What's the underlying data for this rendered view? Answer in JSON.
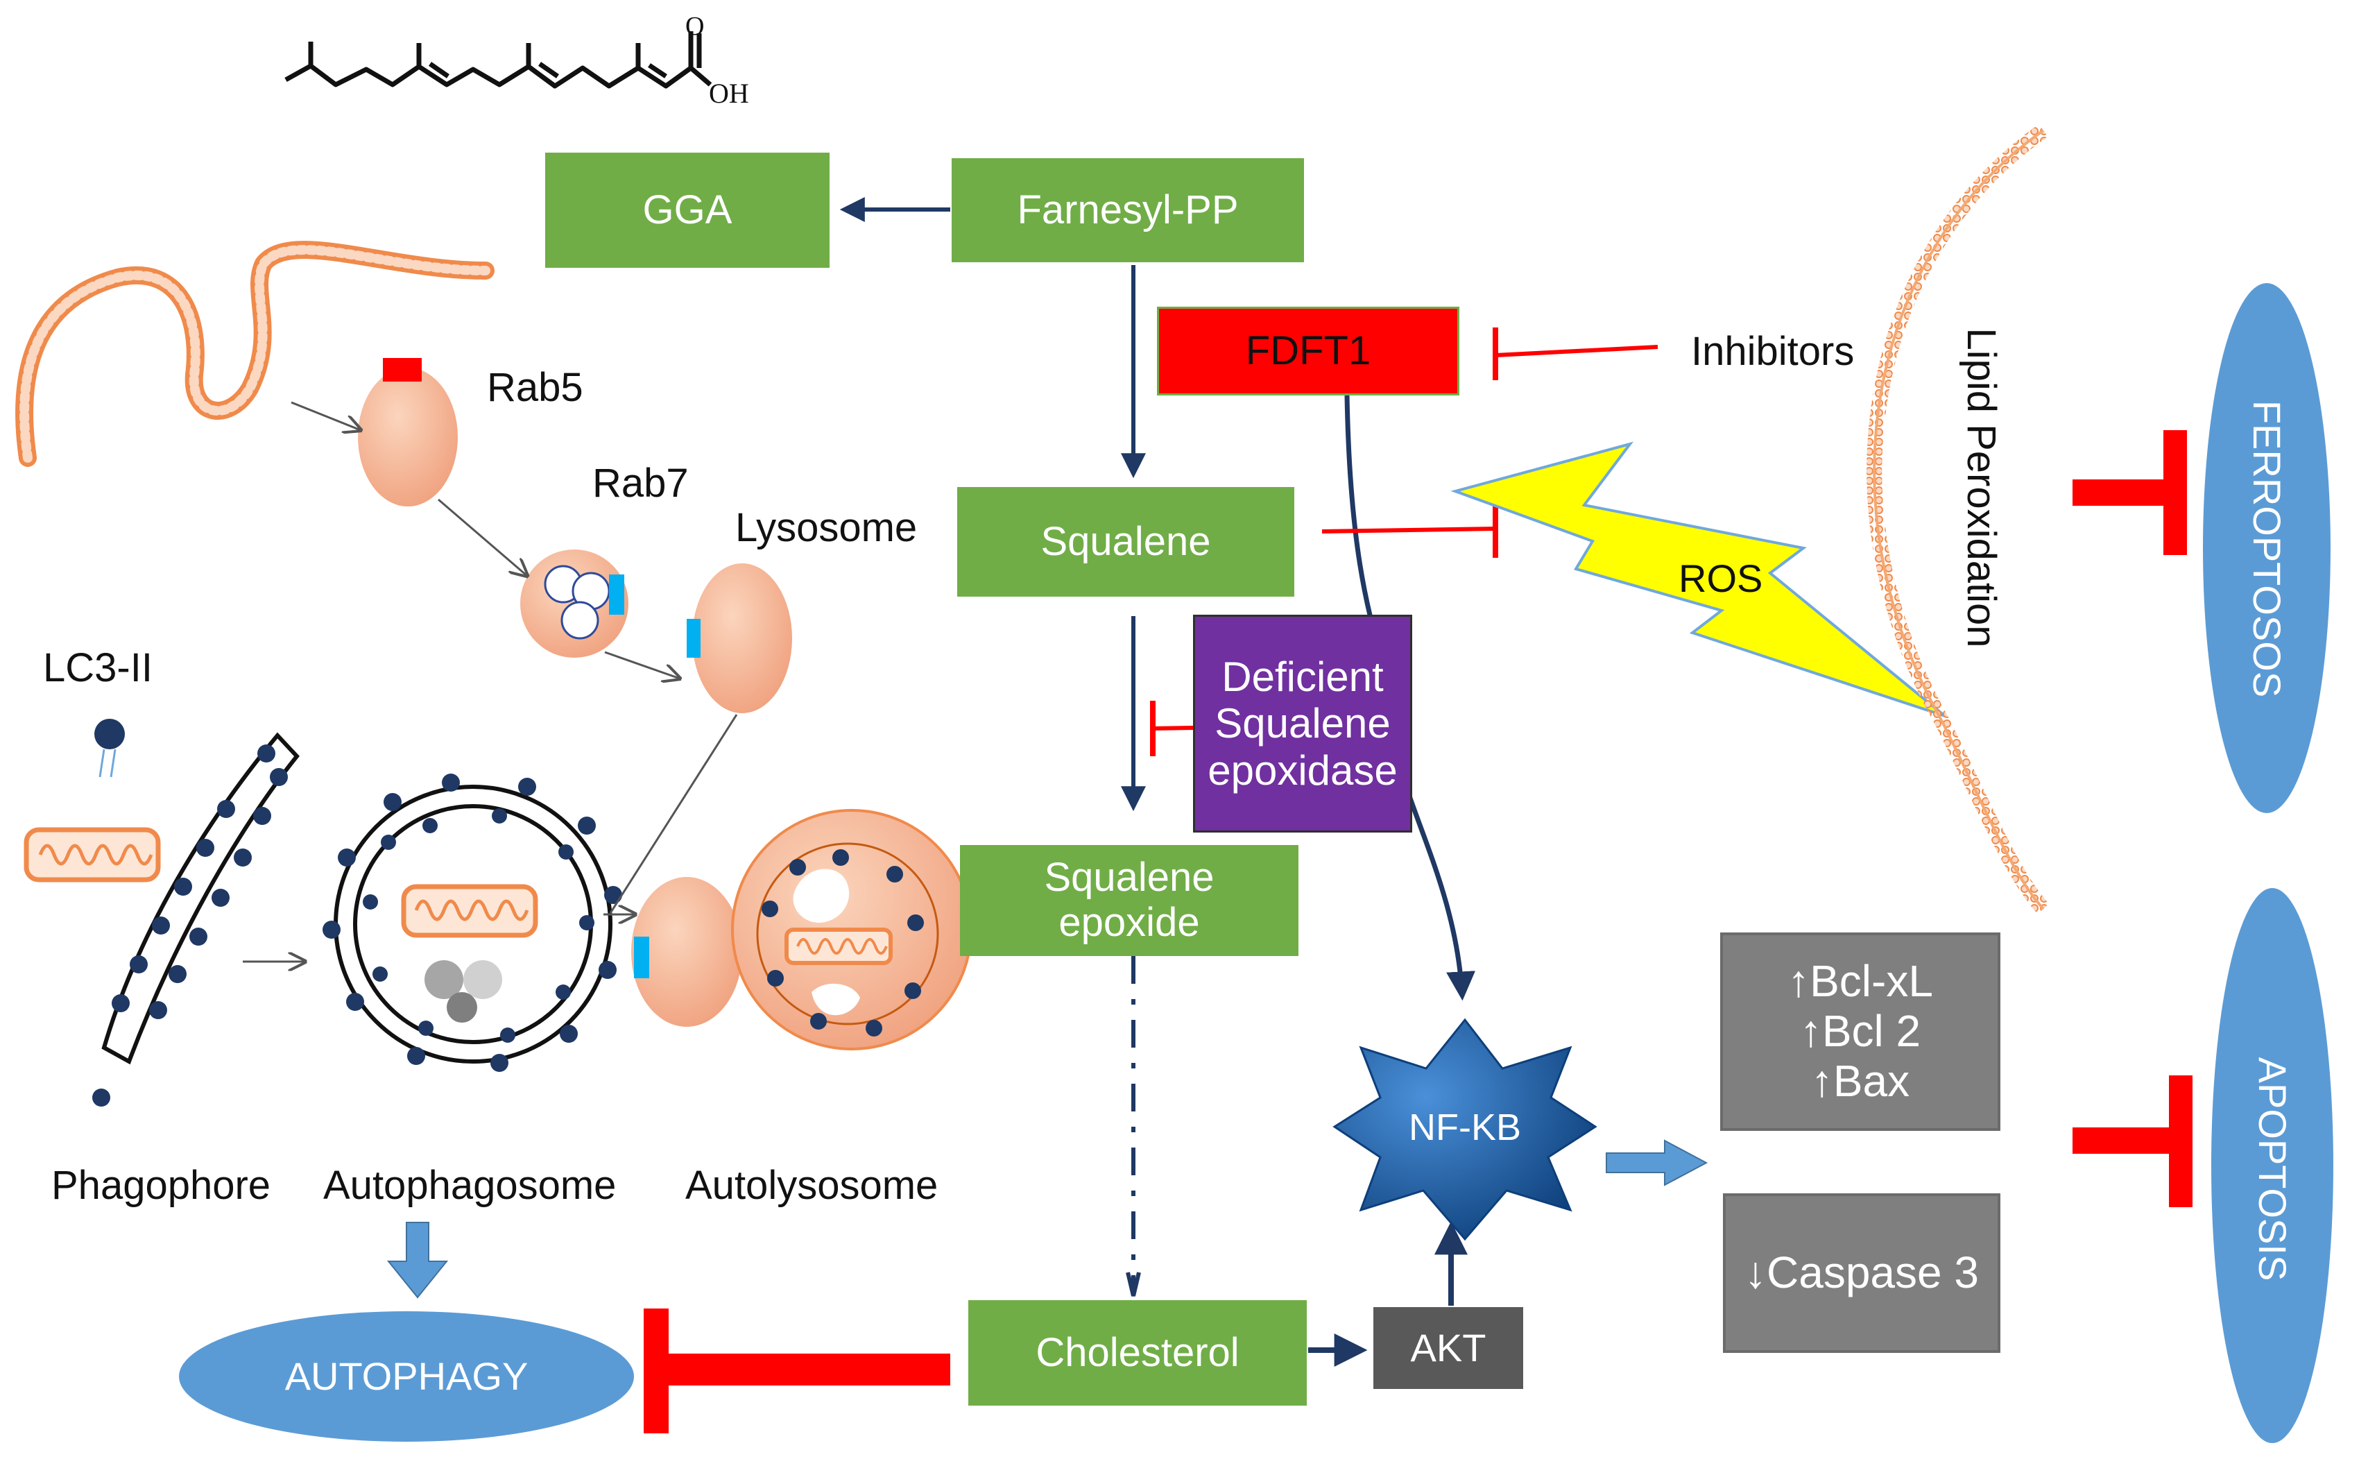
{
  "molecule": {
    "oh_label": "OH",
    "o_label": "O"
  },
  "pathway": {
    "farnesyl_pp": "Farnesyl-PP",
    "gga": "GGA",
    "fdft1": "FDFT1",
    "inhibitors": "Inhibitors",
    "squalene": "Squalene",
    "deficient_line1": "Deficient",
    "deficient_line2": "Squalene",
    "deficient_line3": "epoxidase",
    "squalene_epoxide_line1": "Squalene",
    "squalene_epoxide_line2": "epoxide",
    "cholesterol": "Cholesterol",
    "akt": "AKT",
    "nfkb": "NF-KB",
    "ros": "ROS",
    "lipid_peroxidation": "Lipid Peroxidation"
  },
  "markers": {
    "bcl_xl": "↑Bcl-xL",
    "bcl_2": "↑Bcl 2",
    "bax": "↑Bax",
    "caspase_3": "↓Caspase 3"
  },
  "outcomes": {
    "ferroptosis": "FERROPTOSOS",
    "apoptosis": "APOPTOSIS",
    "autophagy": "AUTOPHAGY"
  },
  "autophagy_labels": {
    "rab5": "Rab5",
    "rab7": "Rab7",
    "lysosome": "Lysosome",
    "lc3_ii": "LC3-II",
    "phagophore": "Phagophore",
    "autophagosome": "Autophagosome",
    "autolysosome": "Autolysosome"
  },
  "colors": {
    "process_green": "#70ad47",
    "fdft1_red": "#ff0000",
    "deficient_purple": "#7030a0",
    "marker_gray": "#7f7f7f",
    "akt_dark_gray": "#595959",
    "outcome_blue": "#5b9bd5",
    "nfkb_blue": "#1f6fb5",
    "ros_yellow": "#ffff00",
    "arrow_navy": "#1f3864",
    "inhibit_red": "#ff0000",
    "vesicle_salmon": "#f4b183",
    "lc3_dot_navy": "#1f3864",
    "rab_blue": "#00b0f0"
  }
}
